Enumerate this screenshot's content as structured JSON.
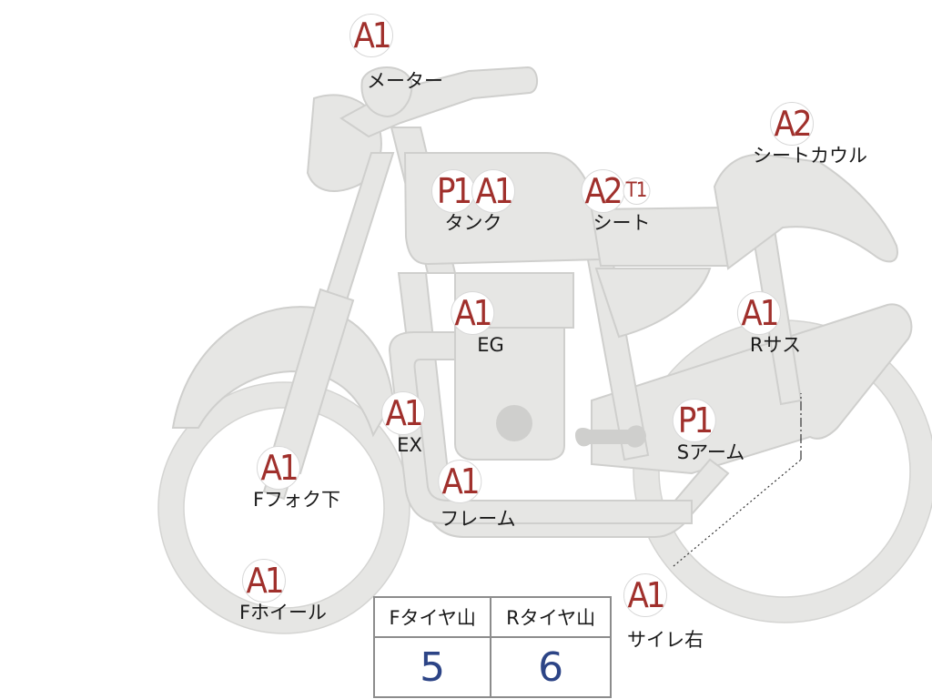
{
  "colors": {
    "grade_text": "#a0302c",
    "part_fill": "#e6e6e4",
    "tread_value_text": "#2c4486",
    "label_text": "#1a1a1a"
  },
  "markers": {
    "meter": {
      "grades": [
        "A1"
      ],
      "label": "メーター"
    },
    "tank": {
      "grades": [
        "P1",
        "A1"
      ],
      "label": "タンク"
    },
    "seat": {
      "grades": [
        "A2"
      ],
      "grade_small": "T1",
      "label": "シート"
    },
    "seat_cowl": {
      "grades": [
        "A2"
      ],
      "label": "シートカウル"
    },
    "engine": {
      "grades": [
        "A1"
      ],
      "label": "EG"
    },
    "rear_susp": {
      "grades": [
        "A1"
      ],
      "label": "Rサス"
    },
    "exhaust": {
      "grades": [
        "A1"
      ],
      "label": "EX"
    },
    "swingarm": {
      "grades": [
        "P1"
      ],
      "label": "Sアーム"
    },
    "fork_lower": {
      "grades": [
        "A1"
      ],
      "label": "Fフォク下"
    },
    "frame": {
      "grades": [
        "A1"
      ],
      "label": "フレーム"
    },
    "front_wheel": {
      "grades": [
        "A1"
      ],
      "label": "Fホイール"
    },
    "muffler_right": {
      "grades": [
        "A1"
      ],
      "label": "サイレ右"
    }
  },
  "tread_table": {
    "headers": [
      "Fタイヤ山",
      "Rタイヤ山"
    ],
    "values": [
      "5",
      "6"
    ]
  }
}
